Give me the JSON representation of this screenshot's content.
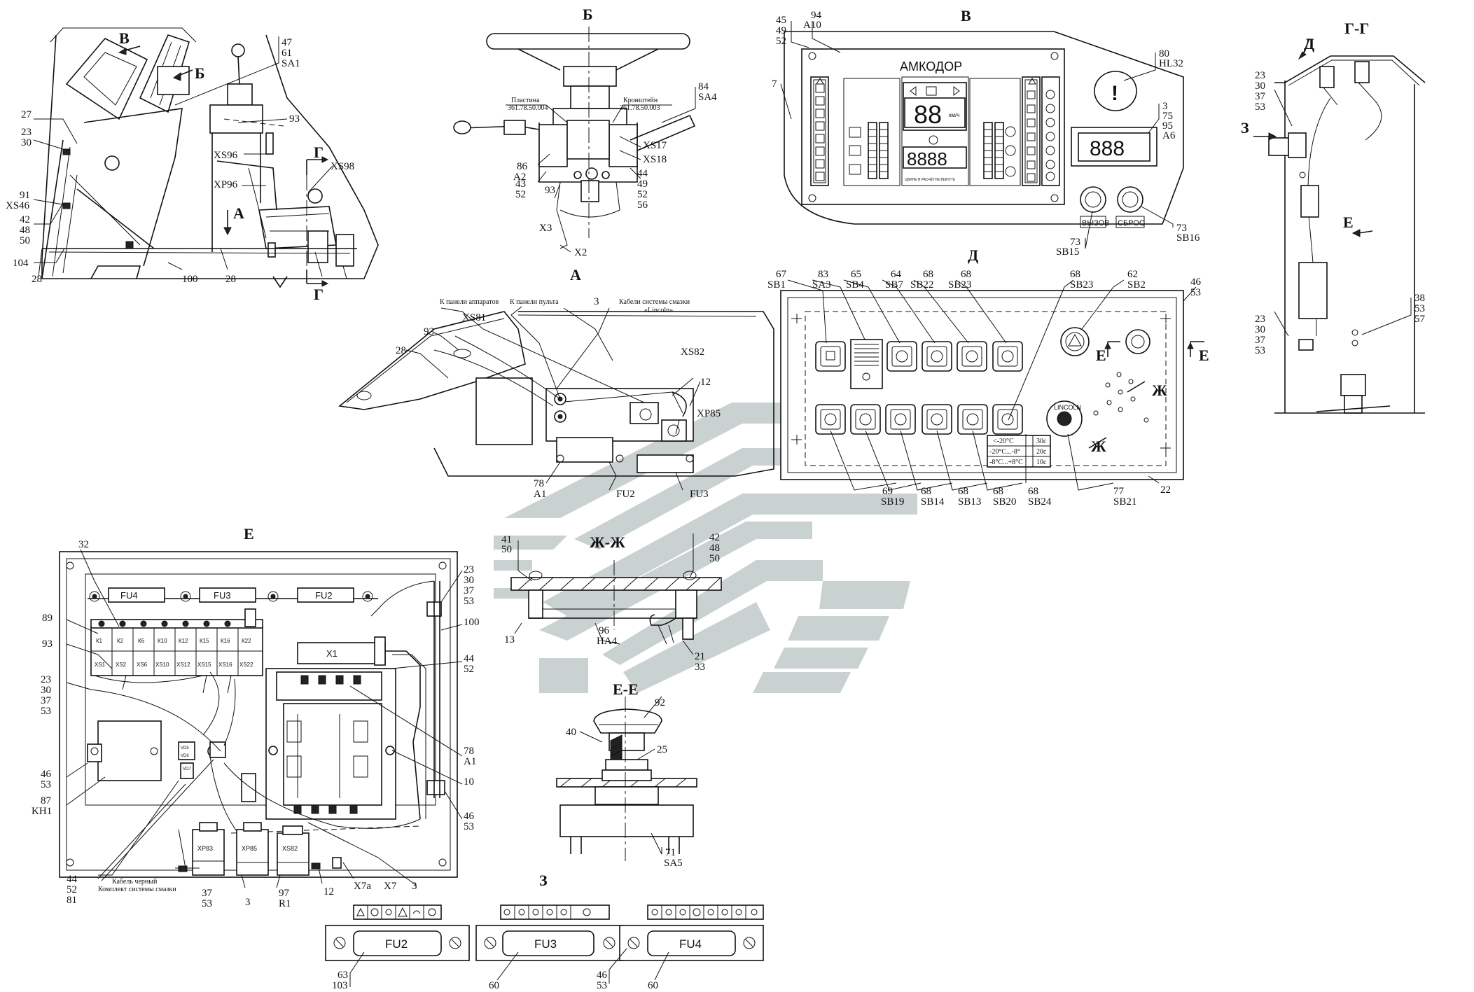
{
  "views": {
    "V": "В",
    "B": "Б",
    "A": "А",
    "G": "Г",
    "GG": "Г-Г",
    "D": "Д",
    "E": "Е",
    "EE": "Е-Е",
    "ZhZh": "Ж-Ж",
    "Zh": "Ж",
    "Z": "З"
  },
  "panel_v": {
    "brand": "АМКОДОР",
    "speed_digits": "88",
    "speed_unit": "км/ч",
    "hours_digits": "8888",
    "hours_caption": "ЦВИНЕ В РАСЧЁТНЕ ВЫНУТЬ",
    "right_digits": "888",
    "btn_call": "ВЫЗОВ",
    "btn_reset": "СБРОС"
  },
  "panel_d": {
    "table": [
      [
        "<-20°C",
        "30с"
      ],
      [
        "-20°C...-8°",
        "20с"
      ],
      [
        "-8°C...+8°C",
        "10с"
      ]
    ],
    "brand": "LINCOLN"
  },
  "panel_a": {
    "cap1": "К панели аппаратов",
    "cap2": "К панели пульта",
    "cap3": "Кабели системы смазки",
    "cap3b": "«Lincoln»"
  },
  "steering": {
    "plate1": "Пластина",
    "plate1_code": "361.78.50.004",
    "plate2": "Кронштейн",
    "plate2_code": "361.78.50.003"
  },
  "box_e": {
    "fuses": [
      "FU4",
      "FU3",
      "FU2"
    ],
    "relays_top": [
      "К1",
      "К2",
      "К6",
      "К10",
      "К12",
      "К15",
      "К16",
      "К22"
    ],
    "relays_bot": [
      "ХS1",
      "XS2",
      "XS6",
      "XS10",
      "XS12",
      "XS15",
      "XS16",
      "XS22"
    ],
    "x1": "Х1",
    "conn": [
      "ХP83",
      "ХP85",
      "ХS82"
    ],
    "vd": [
      "VD5",
      "VD6",
      "VD7"
    ],
    "cable1": "Кабель черный",
    "cable2": "Комплект системы смазки"
  },
  "fuse_blocks": [
    "FU2",
    "FU3",
    "FU4"
  ],
  "callouts": {
    "v47": [
      "47",
      "61",
      "SA1"
    ],
    "v27": "27",
    "v2330": [
      "23",
      "30"
    ],
    "v93": "93",
    "v9146": [
      "91",
      "XS46"
    ],
    "v424850": [
      "42",
      "48",
      "50"
    ],
    "v104": "104",
    "v28a": "28",
    "v100": "100",
    "v28b": "28",
    "xs96": "XS96",
    "xp96": "XP96",
    "xs98": "XS98",
    "b84": [
      "84",
      "SA4"
    ],
    "b86": [
      "86",
      "A2"
    ],
    "b4352": [
      "43",
      "52"
    ],
    "b93": "93",
    "bx3": "X3",
    "bx2": "X2",
    "bxs17": "XS17",
    "bxs18": "XS18",
    "b44": [
      "44",
      "49",
      "52",
      "56"
    ],
    "v45": [
      "45",
      "49",
      "52"
    ],
    "v94": [
      "94",
      "A10"
    ],
    "v7": "7",
    "v80": [
      "80",
      "HL32"
    ],
    "v3": [
      "3",
      "75",
      "95",
      "A6"
    ],
    "v73a": [
      "73",
      "SB15"
    ],
    "v73b": [
      "73",
      "SB16"
    ],
    "gD": "Д",
    "gZ": "З",
    "gE": "Е",
    "g2330": [
      "23",
      "30",
      "37",
      "53"
    ],
    "g3853": [
      "38",
      "53",
      "57"
    ],
    "g2330b": [
      "23",
      "30",
      "37",
      "53"
    ],
    "d67": [
      "67",
      "SB1"
    ],
    "d83": [
      "83",
      "SA3"
    ],
    "d65": [
      "65",
      "SB4"
    ],
    "d64": [
      "64",
      "SB7"
    ],
    "d68a": [
      "68",
      "SB22"
    ],
    "d68b": [
      "68",
      "SB23"
    ],
    "d68c": [
      "68",
      "SB23"
    ],
    "d62": [
      "62",
      "SB2"
    ],
    "d4653": [
      "46",
      "53"
    ],
    "d69": [
      "69",
      "SB19"
    ],
    "d68d": [
      "68",
      "SB14"
    ],
    "d68e": [
      "68",
      "SB13"
    ],
    "d68f": [
      "68",
      "SB20"
    ],
    "d68g": [
      "68",
      "SB24"
    ],
    "d77": [
      "77",
      "SB21"
    ],
    "d22": "22",
    "a93": "93",
    "axs81": "XS81",
    "a3": "3",
    "axs82": "XS82",
    "a28": "28",
    "a12": "12",
    "axp85": "XP85",
    "a78": [
      "78",
      "A1"
    ],
    "afu2": "FU2",
    "afu3": "FU3",
    "e32": "32",
    "e89": "89",
    "e93": "93",
    "e2330": [
      "23",
      "30",
      "37",
      "53"
    ],
    "e4653": [
      "46",
      "53"
    ],
    "e87": [
      "87",
      "KH1"
    ],
    "e4452": [
      "44",
      "52",
      "81"
    ],
    "e3753": [
      "37",
      "53"
    ],
    "e3": "3",
    "e97": [
      "97",
      "R1"
    ],
    "e12": "12",
    "ex7a": "X7а",
    "ex7": "X7",
    "ex3b": "3",
    "e23r": [
      "23",
      "30",
      "37",
      "53"
    ],
    "e100": "100",
    "e4452r": [
      "44",
      "52"
    ],
    "e78": [
      "78",
      "A1"
    ],
    "e10": "10",
    "e4653r": [
      "46",
      "53"
    ],
    "zh4150": [
      "41",
      "50"
    ],
    "zh13": "13",
    "zh96": [
      "96",
      "HA4"
    ],
    "zh424850": [
      "42",
      "48",
      "50"
    ],
    "zh21": [
      "21",
      "33"
    ],
    "ee92": "92",
    "ee40": "40",
    "ee25": "25",
    "ee71": [
      "71",
      "SA5"
    ],
    "z63": [
      "63",
      "103"
    ],
    "z60a": "60",
    "z4653": [
      "46",
      "53"
    ],
    "z60b": "60"
  },
  "watermark_color": "#c9d1d1"
}
